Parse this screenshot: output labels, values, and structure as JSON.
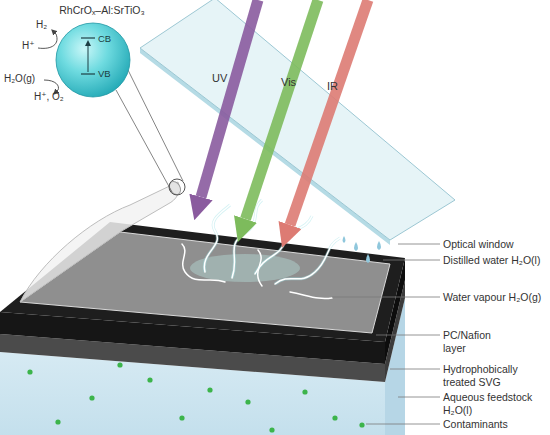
{
  "diagram": {
    "nodes": [
      {
        "text": [
          "RhCrOₓ–Al:SrTiO₃",
          "CB",
          "VB"
        ]
      }
    ],
    "labels": [
      "UV",
      "Vis",
      "IR",
      "H₂",
      "H⁺",
      "H₂O(g)",
      "H⁺, O₂",
      "Optical window",
      "Distilled water H₂O(l)",
      "Water vapour H₂O(g)",
      "PC/Nafion layer",
      "Hydrophobically treated SVG",
      "Aqueous feedstock H₂O(l)",
      "Contaminants"
    ]
  }
}
